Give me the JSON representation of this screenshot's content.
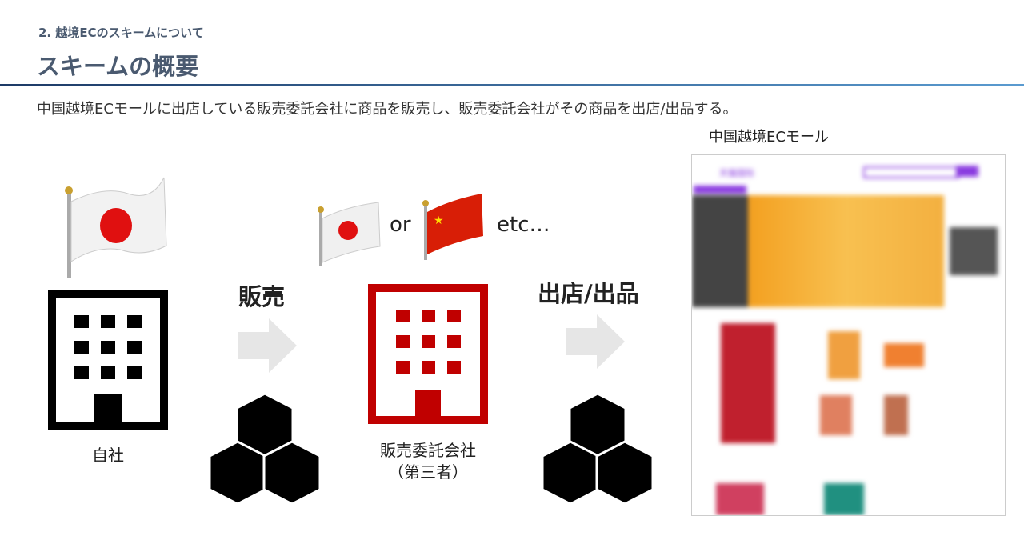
{
  "header": {
    "section": "2. 越境ECのスキームについて",
    "title": "スキームの概要"
  },
  "description": "中国越境ECモールに出店している販売委託会社に商品を販売し、販売委託会社がその商品を出店/出品する。",
  "diagram": {
    "own_company": "自社",
    "step1": "販売",
    "or_text": "or",
    "etc_text": "etc…",
    "partner_line1": "販売委託会社",
    "partner_line2": "（第三者）",
    "step2": "出店/出品",
    "partner_color": "#c00000"
  },
  "mall": {
    "label": "中国越境ECモール",
    "logo": "天猫国际",
    "accent": "#8a3be0"
  }
}
